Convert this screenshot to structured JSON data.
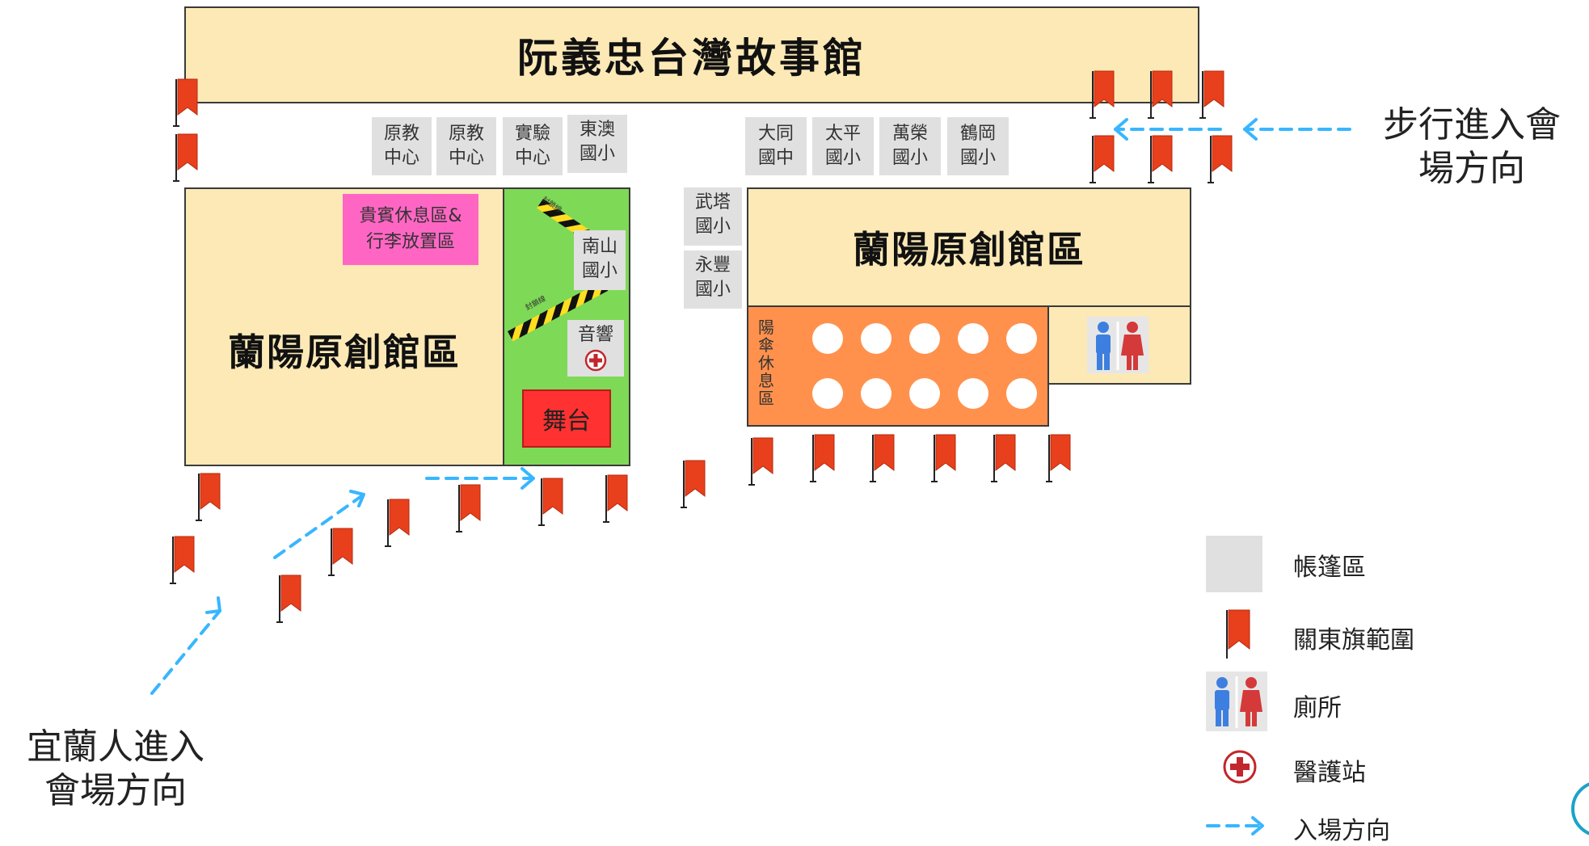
{
  "museum": {
    "title": "阮義忠台灣故事館"
  },
  "zones": {
    "left_hall": "蘭陽原創館區",
    "right_hall": "蘭陽原創館區",
    "vip": [
      "貴賓休息區&",
      "行李放置區"
    ],
    "stage": "舞台",
    "sound": "音響",
    "parasol": "陽傘休息區",
    "tape_label": "封鎖線"
  },
  "tents": {
    "top_left": [
      {
        "line1": "原教",
        "line2": "中心"
      },
      {
        "line1": "原教",
        "line2": "中心"
      },
      {
        "line1": "實驗",
        "line2": "中心"
      },
      {
        "line1": "東澳",
        "line2": "國小"
      }
    ],
    "top_right": [
      {
        "line1": "大同",
        "line2": "國中"
      },
      {
        "line1": "太平",
        "line2": "國小"
      },
      {
        "line1": "萬榮",
        "line2": "國小"
      },
      {
        "line1": "鶴岡",
        "line2": "國小"
      }
    ],
    "middle": [
      {
        "line1": "武塔",
        "line2": "國小"
      },
      {
        "line1": "永豐",
        "line2": "國小"
      }
    ],
    "nanshan": {
      "line1": "南山",
      "line2": "國小"
    }
  },
  "directions": {
    "walk_in": [
      "步行進入會",
      "場方向"
    ],
    "yilan_in": [
      "宜蘭人進入",
      "會場方向"
    ]
  },
  "legend": {
    "tent": "帳篷區",
    "flag": "關東旗範圍",
    "toilet": "廁所",
    "medical": "醫護站",
    "entry": "入場方向"
  },
  "colors": {
    "building": "#fce9b6",
    "tent": "#e0e0e0",
    "green_area": "#7ed957",
    "stage": "#ff3131",
    "vip": "#ff66c4",
    "parasol": "#ff914d",
    "flag": "#e8401c",
    "arrow": "#38b6ff"
  },
  "seats": {
    "rows": 2,
    "per_row": 5
  }
}
